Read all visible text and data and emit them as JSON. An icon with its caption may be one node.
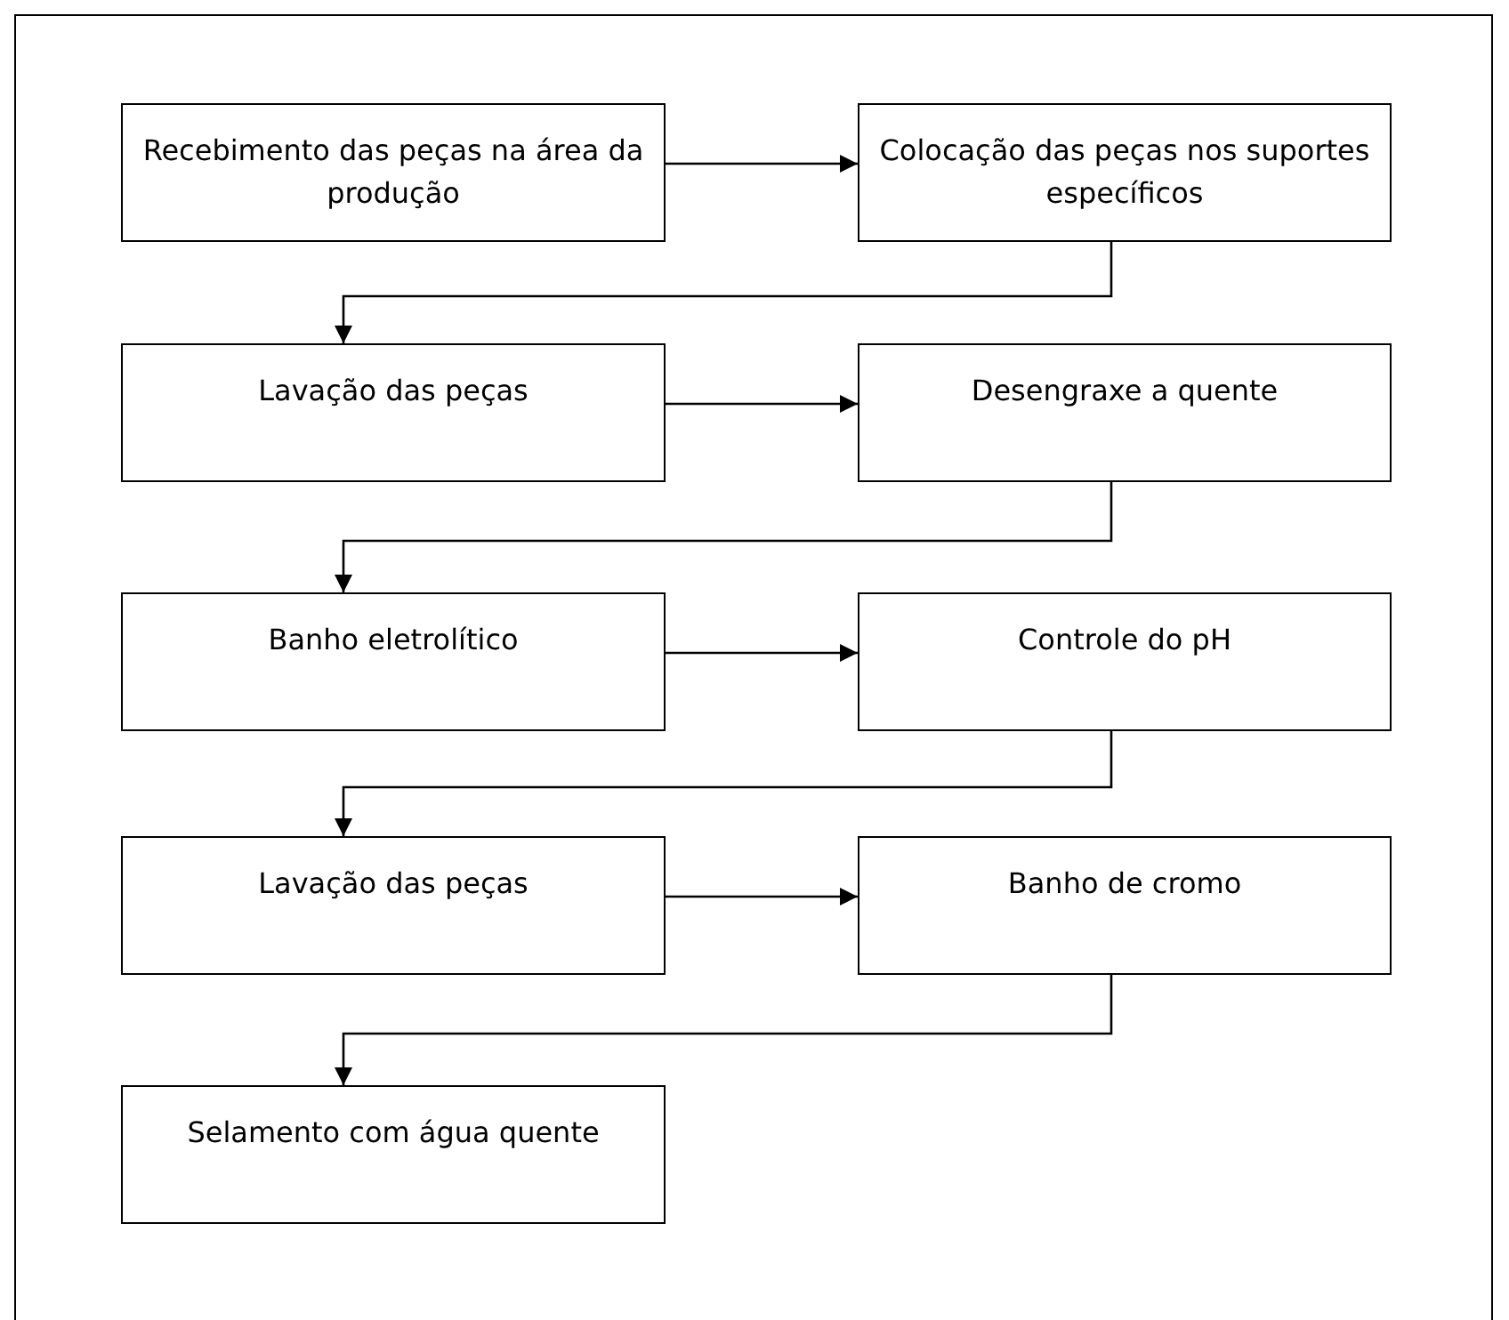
{
  "diagram": {
    "nodes": [
      {
        "text": [
          "Recebimento das peças na área da produção"
        ]
      },
      {
        "text": [
          "Colocação das peças nos suportes específicos"
        ]
      },
      {
        "text": [
          "Lavação das peças"
        ]
      },
      {
        "text": [
          "Desengraxe a quente"
        ]
      },
      {
        "text": [
          "Banho eletrolítico"
        ]
      },
      {
        "text": [
          "Controle do pH"
        ]
      },
      {
        "text": [
          "Lavação das peças"
        ]
      },
      {
        "text": [
          "Banho de cromo"
        ]
      },
      {
        "text": [
          "Selamento com água quente"
        ]
      }
    ],
    "edges": [
      {
        "from": 0,
        "to": 1,
        "arrow": "to"
      },
      {
        "from": 1,
        "to": 2,
        "arrow": "to"
      },
      {
        "from": 2,
        "to": 3,
        "arrow": "to"
      },
      {
        "from": 3,
        "to": 4,
        "arrow": "to"
      },
      {
        "from": 4,
        "to": 5,
        "arrow": "to"
      },
      {
        "from": 5,
        "to": 6,
        "arrow": "to"
      },
      {
        "from": 6,
        "to": 7,
        "arrow": "to"
      },
      {
        "from": 7,
        "to": 8,
        "arrow": "to"
      }
    ]
  }
}
